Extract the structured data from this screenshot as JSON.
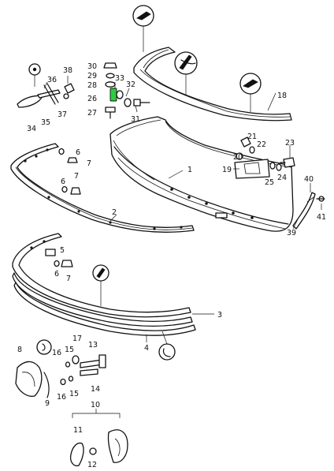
{
  "diagram": {
    "callouts": [
      "1",
      "2",
      "3",
      "4",
      "5",
      "6",
      "7",
      "8",
      "9",
      "10",
      "11",
      "12",
      "13",
      "14",
      "15",
      "16",
      "17",
      "18",
      "19",
      "20",
      "21",
      "22",
      "23",
      "24",
      "25",
      "26",
      "27",
      "28",
      "29",
      "30",
      "31",
      "32",
      "33",
      "34",
      "35",
      "36",
      "37",
      "38",
      "39",
      "40",
      "41"
    ],
    "highlight_color": "#2ecc40",
    "line_color": "#111111",
    "background": "#ffffff"
  }
}
